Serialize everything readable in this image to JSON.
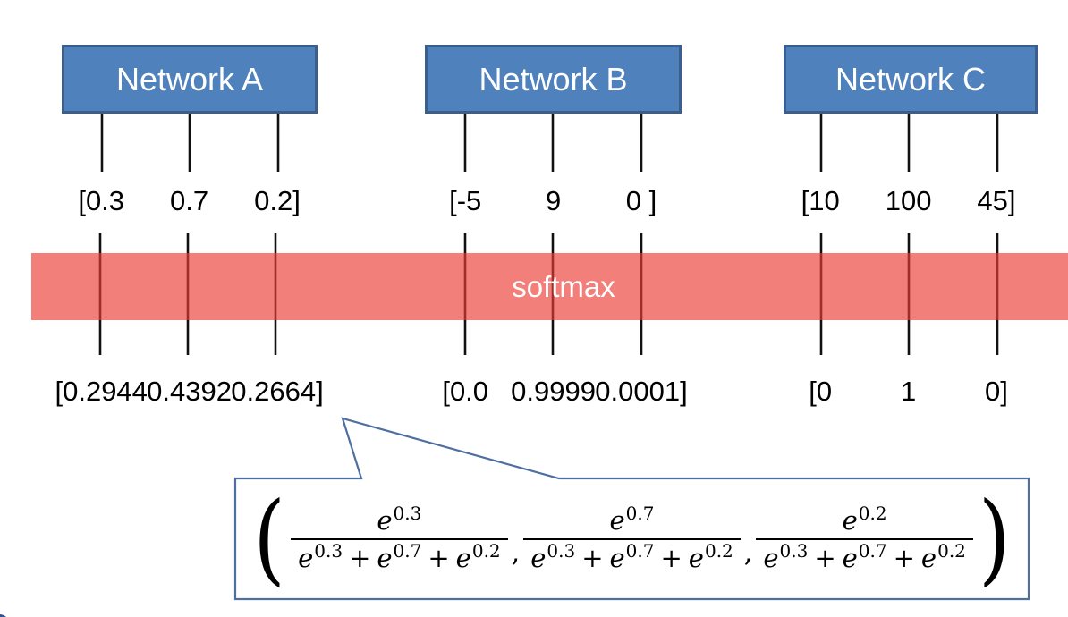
{
  "networks": [
    {
      "name": "Network A",
      "inputs": [
        "[0.3",
        "0.7",
        "0.2]"
      ],
      "outputs": [
        "[0.2944",
        "0.4392",
        "0.2664]"
      ]
    },
    {
      "name": "Network B",
      "inputs": [
        "[-5",
        "9",
        "0 ]"
      ],
      "outputs": [
        "[0.0",
        "0.9999",
        "0.0001]"
      ]
    },
    {
      "name": "Network C",
      "inputs": [
        "[10",
        "100",
        "45]"
      ],
      "outputs": [
        "[0",
        "1",
        "0]"
      ]
    }
  ],
  "band": {
    "label": "softmax"
  },
  "formula": {
    "open_paren": "(",
    "close_paren": ")",
    "base": "e",
    "exponents": [
      "0.3",
      "0.7",
      "0.2"
    ],
    "plus": "+",
    "comma": ","
  },
  "colors": {
    "box-fill": "#4F81BD",
    "box-border": "#3A5F8E",
    "band-red": "#EC3C35",
    "callout-stroke": "#4E6F9F",
    "line-black": "#111111",
    "text-black": "#000000",
    "white": "#FFFFFF",
    "corner-dot": "#2E5395"
  }
}
